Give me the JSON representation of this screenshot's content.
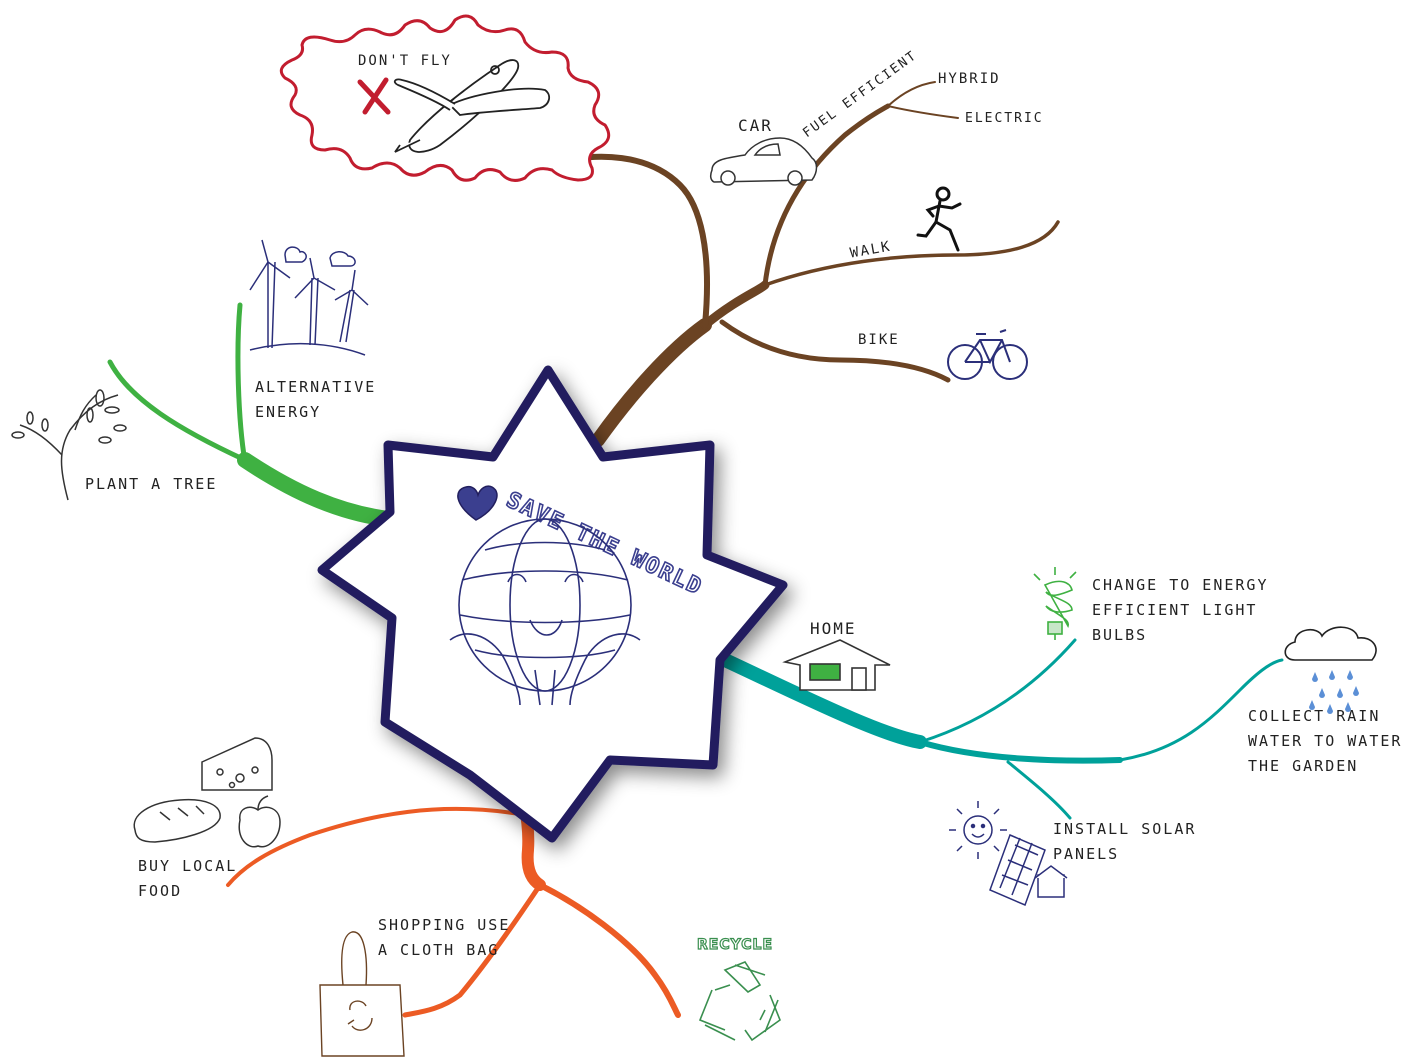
{
  "center": {
    "title": "SAVE THE WORLD"
  },
  "colors": {
    "travel": "#6b4323",
    "energy": "#3fb142",
    "home": "#00a19a",
    "shopping": "#ec5b24",
    "center_border": "#221f5e",
    "fly_burst": "#c21d2f",
    "recycle": "#3a8f4f"
  },
  "branches": {
    "travel": {
      "dont_fly": "DON'T FLY",
      "car": "CAR",
      "fuel_efficient": "FUEL EFFICIENT",
      "hybrid": "HYBRID",
      "electric": "ELECTRIC",
      "walk": "WALK",
      "bike": "BIKE"
    },
    "energy": {
      "alternative": [
        "ALTERNATIVE",
        "ENERGY"
      ],
      "plant_tree": "PLANT A TREE"
    },
    "home": {
      "home": "HOME",
      "bulbs": [
        "CHANGE TO ENERGY",
        "EFFICIENT LIGHT",
        "BULBS"
      ],
      "rain": [
        "COLLECT RAIN",
        "WATER TO WATER",
        "THE GARDEN"
      ],
      "solar": [
        "INSTALL SOLAR",
        "PANELS"
      ]
    },
    "shopping": {
      "local_food": [
        "BUY LOCAL",
        "FOOD"
      ],
      "cloth_bag": [
        "SHOPPING USE",
        "A CLOTH BAG"
      ],
      "recycle": "RECYCLE"
    }
  },
  "icons": [
    "airplane-icon",
    "x-mark-icon",
    "car-icon",
    "running-person-icon",
    "bicycle-icon",
    "wind-turbines-icon",
    "tree-icon",
    "house-icon",
    "light-bulb-icon",
    "rain-cloud-icon",
    "solar-panel-icon",
    "sun-icon",
    "food-icon",
    "cloth-bag-icon",
    "recycle-icon",
    "globe-icon",
    "heart-icon",
    "hands-icon"
  ]
}
